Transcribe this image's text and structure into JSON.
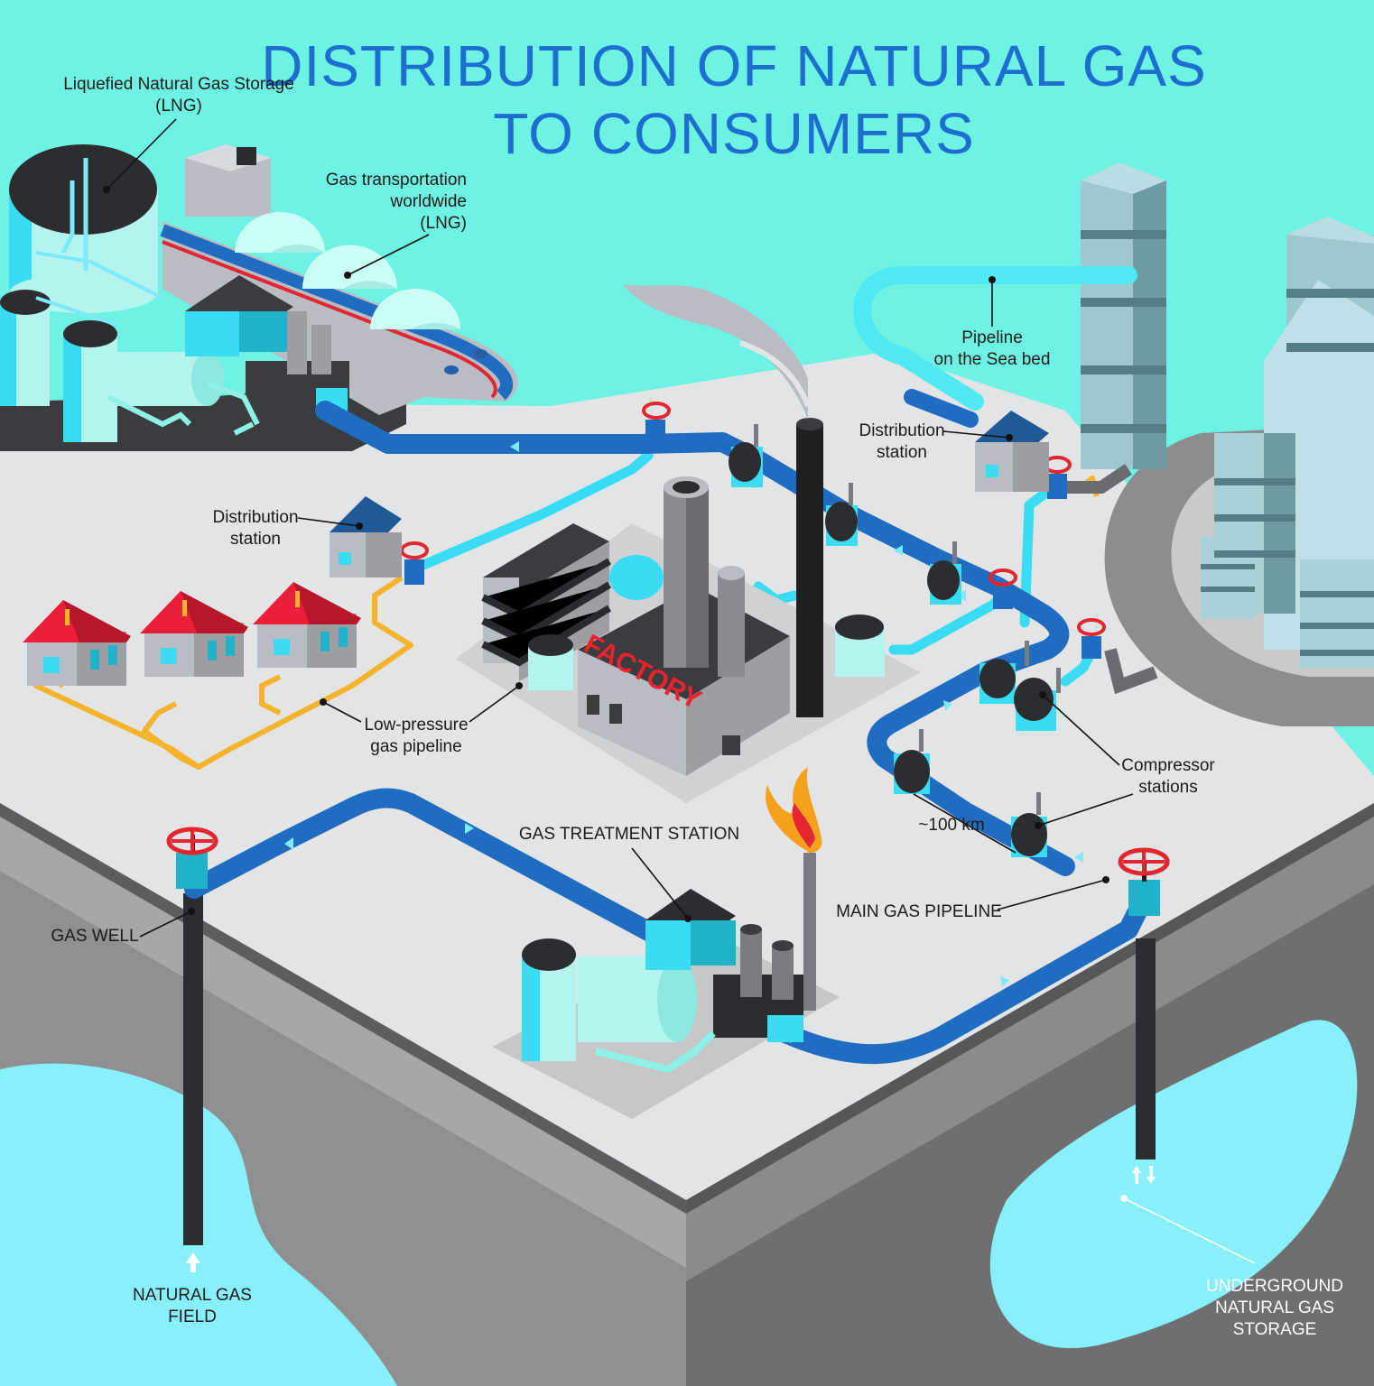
{
  "title": {
    "line1": "DISTRIBUTION OF NATURAL GAS",
    "line2": "TO CONSUMERS"
  },
  "labels": {
    "lng_storage": {
      "line1": "Liquefied Natural Gas Storage",
      "line2": "(LNG)"
    },
    "transport": {
      "line1": "Gas transportation",
      "line2": "worldwide",
      "line3": "(LNG)"
    },
    "sea_pipeline": {
      "line1": "Pipeline",
      "line2": "on the Sea bed"
    },
    "dist_station_right": {
      "line1": "Distribution",
      "line2": "station"
    },
    "dist_station_left": {
      "line1": "Distribution",
      "line2": "station"
    },
    "low_pressure": {
      "line1": "Low-pressure",
      "line2": "gas pipeline"
    },
    "compressor": {
      "line1": "Compressor",
      "line2": "stations"
    },
    "distance": "~100 km",
    "treatment": "GAS TREATMENT STATION",
    "main_pipeline": "MAIN GAS PIPELINE",
    "gas_well": "GAS WELL",
    "field": {
      "line1": "NATURAL GAS",
      "line2": "FIELD"
    },
    "underground": {
      "line1": "UNDERGROUND",
      "line2": "NATURAL GAS",
      "line3": "STORAGE"
    }
  },
  "factory_sign": "FACTORY",
  "colors": {
    "background": "#6ef2e3",
    "title": "#1c6fcf",
    "ground_top": "#e3e4e6",
    "main_pipe": "#1f6cc0",
    "distribution_pipe": "#39dcf3",
    "low_pressure_pipe": "#f5b22b",
    "valve": "#e3262f",
    "roof": "#ec1f3a"
  }
}
